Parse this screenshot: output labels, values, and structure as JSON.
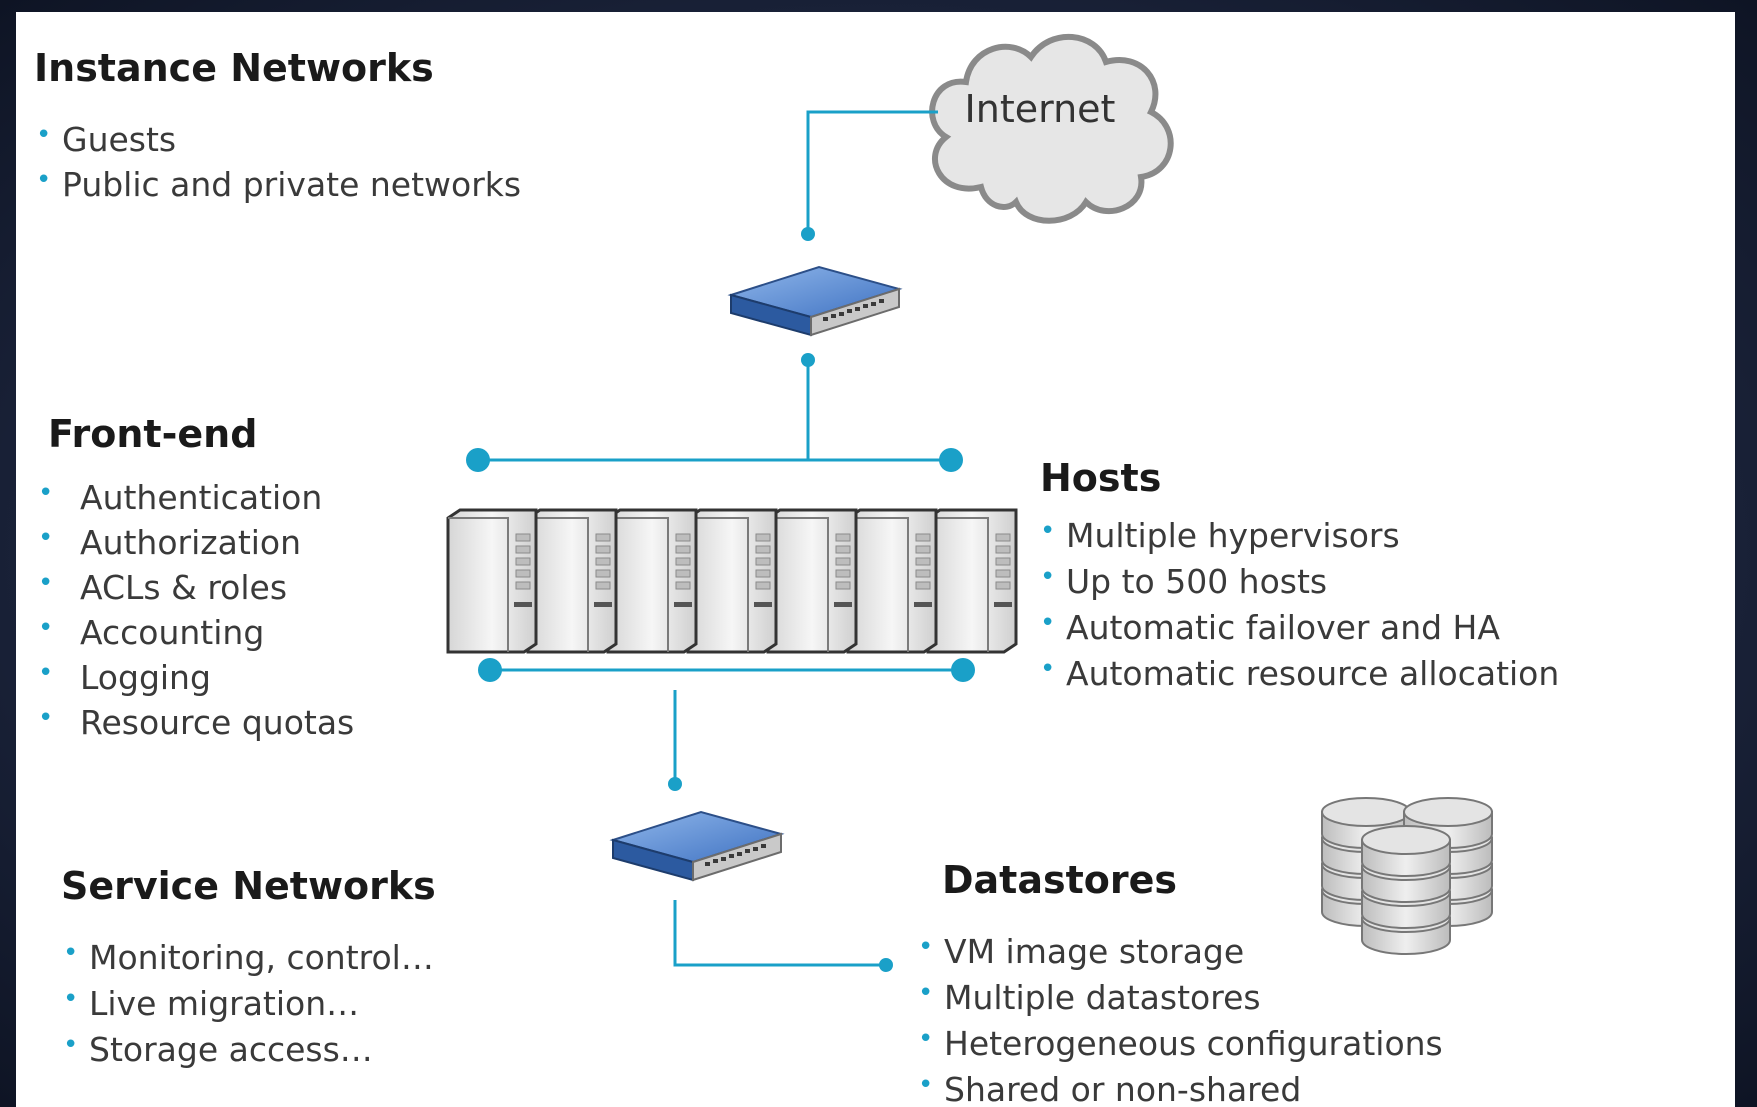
{
  "instance_networks": {
    "title": "Instance Networks",
    "items": [
      "Guests",
      "Public and private networks"
    ]
  },
  "front_end": {
    "title": "Front-end",
    "items": [
      "Authentication",
      "Authorization",
      "ACLs & roles",
      "Accounting",
      "Logging",
      "Resource quotas"
    ]
  },
  "hosts": {
    "title": "Hosts",
    "items": [
      "Multiple hypervisors",
      "Up to 500 hosts",
      "Automatic failover and HA",
      "Automatic resource allocation"
    ]
  },
  "service_networks": {
    "title": "Service Networks",
    "items": [
      "Monitoring, control…",
      "Live migration…",
      "Storage access…"
    ]
  },
  "datastores": {
    "title": "Datastores",
    "items": [
      "VM image storage",
      "Multiple datastores",
      "Heterogeneous configurations",
      "Shared or non-shared"
    ]
  },
  "internet": {
    "label": "Internet"
  },
  "icons": {
    "cloud": "cloud-icon",
    "switch": "network-switch-icon",
    "server": "server-tower-icon",
    "storage": "database-disk-stack-icon"
  },
  "colors": {
    "connector": "#1aa0c8",
    "switch": "#4a7fc8",
    "background": "#ffffff"
  }
}
